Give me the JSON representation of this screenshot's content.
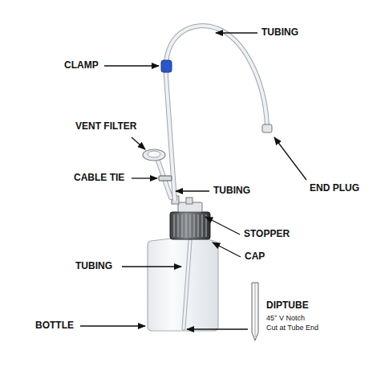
{
  "diagram": {
    "labels": [
      "TUBING",
      "CLAMP",
      "VENT FILTER",
      "CABLE TIE",
      "TUBING",
      "END PLUG",
      "STOPPER",
      "TUBING",
      "CAP",
      "BOTTLE",
      "DIPTUBE",
      "45° V Notch",
      "Cut at Tube End"
    ]
  }
}
